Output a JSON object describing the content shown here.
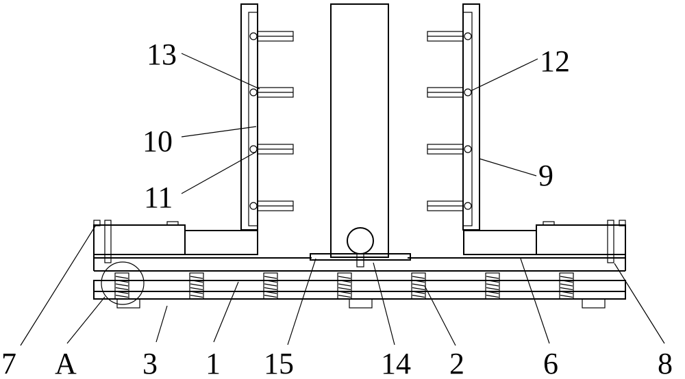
{
  "labels": {
    "l13": "13",
    "l12": "12",
    "l10": "10",
    "l9": "9",
    "l11": "11",
    "l7": "7",
    "lA": "A",
    "l3": "3",
    "l1": "1",
    "l15": "15",
    "l14": "14",
    "l2": "2",
    "l6": "6",
    "l8": "8"
  }
}
